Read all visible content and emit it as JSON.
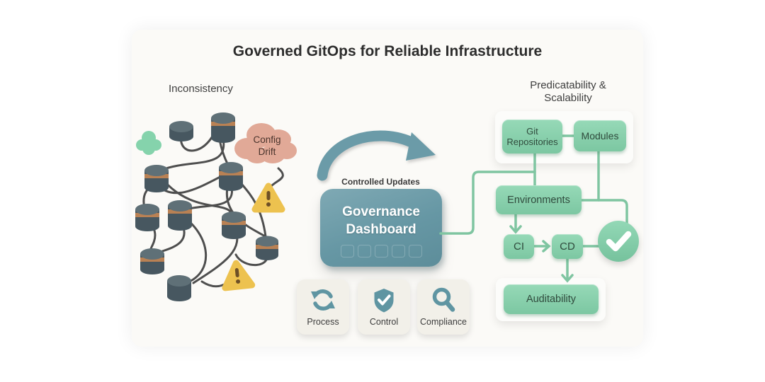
{
  "title": "Governed GitOps for Reliable Infrastructure",
  "left_section": {
    "label": "Inconsistency",
    "config_drift_line1": "Config",
    "config_drift_line2": "Drift"
  },
  "center_section": {
    "arrow_label": "Controlled Updates",
    "dashboard_line1": "Governance",
    "dashboard_line2": "Dashboard",
    "cards": [
      {
        "label": "Process",
        "icon": "cycle-arrows-icon"
      },
      {
        "label": "Control",
        "icon": "shield-check-icon"
      },
      {
        "label": "Compliance",
        "icon": "magnifier-icon"
      }
    ]
  },
  "right_section": {
    "label_line1": "Predicatability &",
    "label_line2": "Scalability",
    "git_line1": "Git",
    "git_line2": "Repositories",
    "modules": "Modules",
    "environments": "Environments",
    "ci": "CI",
    "cd": "CD",
    "auditability": "Auditability"
  },
  "colors": {
    "accent_teal": "#6697a4",
    "accent_green": "#85cda9",
    "warning_yellow": "#edc24f",
    "drift_pink": "#e1a997",
    "database_slate": "#475760"
  }
}
